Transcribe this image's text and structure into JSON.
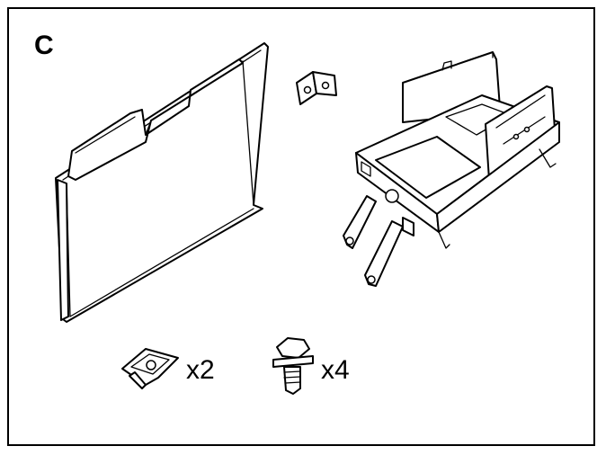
{
  "panel": {
    "letter": "C",
    "clip_quantity": "x2",
    "bolt_quantity": "x4"
  },
  "icons": [
    "shield-panel-icon",
    "mounting-bracket-icon",
    "frame-bracket-icon",
    "speed-nut-clip-icon",
    "flange-bolt-icon"
  ]
}
